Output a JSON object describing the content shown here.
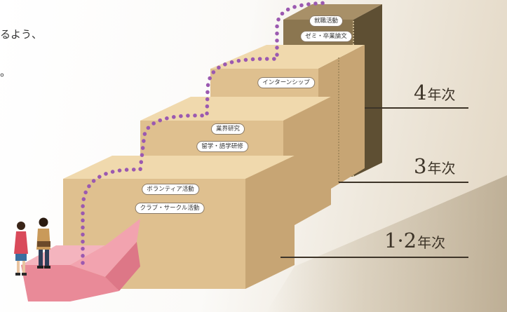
{
  "intro": {
    "line1": "るよう、",
    "line2": "。"
  },
  "steps": [
    {
      "grade_number": "1·2",
      "grade_suffix": "年次",
      "activities": [
        "ボランティア活動",
        "クラブ・サークル活動"
      ]
    },
    {
      "grade_number": "3",
      "grade_suffix": "年次",
      "activities": [
        "業界研究",
        "留学・語学研修"
      ]
    },
    {
      "grade_number": "4",
      "grade_suffix": "年次",
      "activities": [
        "インターンシップ"
      ]
    },
    {
      "grade_number": "",
      "grade_suffix": "",
      "activities": [
        "就職活動",
        "ゼミ・卒業論文"
      ]
    }
  ],
  "colors": {
    "step_top": "#f0d9ad",
    "step_front": "#dfc08f",
    "step_side": "#c7a574",
    "tower_front": "#8b7650",
    "tower_side": "#5e4f33",
    "path_dots": "#9b59b0",
    "arrow": "#e98a98",
    "grade_text": "#3d3428"
  }
}
